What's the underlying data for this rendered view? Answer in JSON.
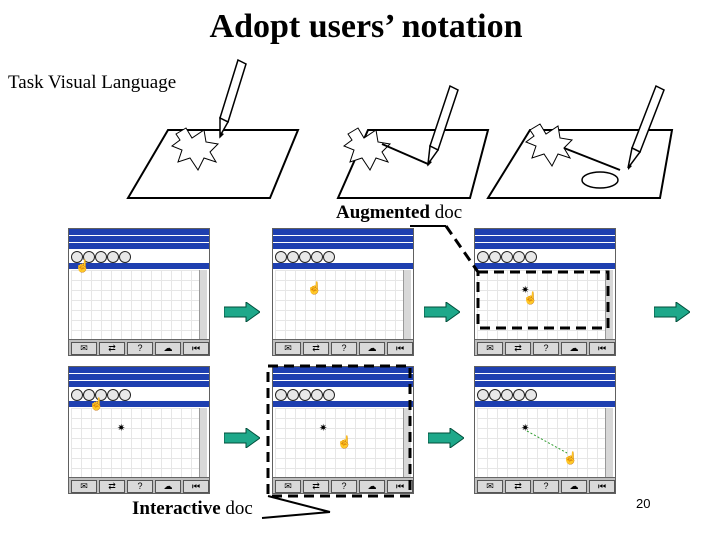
{
  "slide": {
    "title": "Adopt users’ notation",
    "tvl_label": "Task Visual Language",
    "augmented_bold": "Augmented",
    "augmented_rest": " doc",
    "interactive_bold": "Interactive",
    "interactive_rest": " doc",
    "page_number": "20"
  },
  "sketch_icons": [
    "explosion-icon",
    "pencil-icon",
    "ellipse-icon"
  ],
  "screens": {
    "bottom_buttons": [
      "✉",
      "⇄",
      "?",
      "☁",
      "⏮"
    ],
    "accent_color": "#1e3fb0",
    "arrow_color": "#1ea88a"
  }
}
